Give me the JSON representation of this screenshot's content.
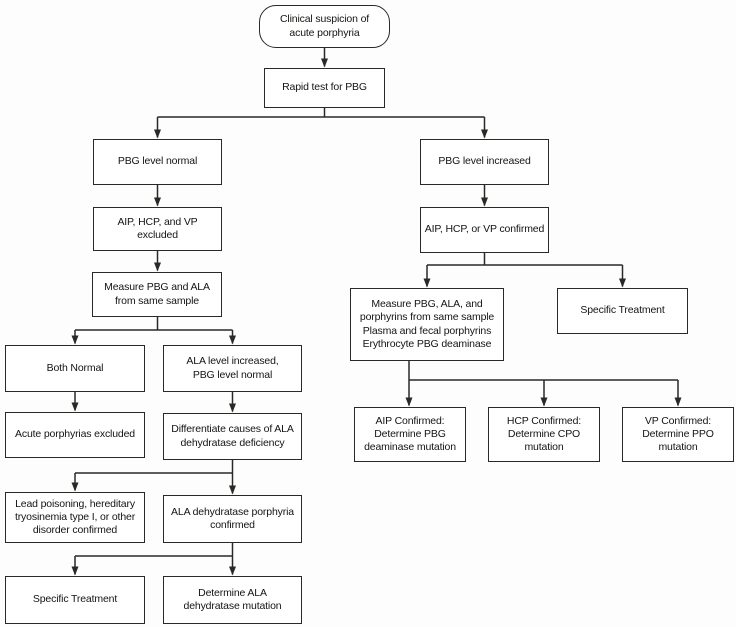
{
  "diagram": {
    "type": "flowchart",
    "colors": {
      "background": "#fdfdfd",
      "box_fill": "#ffffff",
      "line": "#2b2926",
      "text": "#161412"
    },
    "nodes": {
      "clinical_suspicion": {
        "label": "Clinical suspicion of\nacute porphyria",
        "shape": "rounded"
      },
      "rapid_test": {
        "label": "Rapid test for PBG",
        "shape": "rect"
      },
      "pbg_normal": {
        "label": "PBG level normal",
        "shape": "rect"
      },
      "pbg_increased": {
        "label": "PBG level increased",
        "shape": "rect"
      },
      "aip_hcp_vp_excluded": {
        "label": "AIP, HCP, and VP excluded",
        "shape": "rect"
      },
      "aip_hcp_vp_confirmed": {
        "label": "AIP, HCP, or VP confirmed",
        "shape": "rect"
      },
      "measure_left": {
        "label": "Measure PBG and ALA\nfrom same sample",
        "shape": "rect"
      },
      "both_normal": {
        "label": "Both Normal",
        "shape": "rect"
      },
      "ala_increased": {
        "label": "ALA level increased,\nPBG level normal",
        "shape": "rect"
      },
      "acute_excluded": {
        "label": "Acute porphyrias excluded",
        "shape": "rect"
      },
      "differentiate": {
        "label": "Differentiate causes of ALA\ndehydratase deficiency",
        "shape": "rect"
      },
      "lead_poisoning": {
        "label": "Lead poisoning, hereditary\ntryosinemia type I, or other\ndisorder confirmed",
        "shape": "rect"
      },
      "ala_porphyria_confirmed": {
        "label": "ALA dehydratase porphyria\nconfirmed",
        "shape": "rect"
      },
      "specific_treatment_left": {
        "label": "Specific Treatment",
        "shape": "rect"
      },
      "determine_ala": {
        "label": "Determine ALA\ndehydratase mutation",
        "shape": "rect"
      },
      "measure_right": {
        "label": "Measure PBG, ALA, and\nporphyrins from same sample\nPlasma and fecal porphyrins\nErythrocyte PBG deaminase",
        "shape": "rect"
      },
      "specific_treatment_right": {
        "label": "Specific Treatment",
        "shape": "rect"
      },
      "aip_confirmed": {
        "label": "AIP Confirmed:\nDetermine PBG\ndeaminase mutation",
        "shape": "rect"
      },
      "hcp_confirmed": {
        "label": "HCP Confirmed:\nDetermine CPO\nmutation",
        "shape": "rect"
      },
      "vp_confirmed": {
        "label": "VP Confirmed:\nDetermine PPO\nmutation",
        "shape": "rect"
      }
    },
    "edges": [
      {
        "from": "clinical_suspicion",
        "to": "rapid_test"
      },
      {
        "from": "rapid_test",
        "to": "pbg_normal"
      },
      {
        "from": "rapid_test",
        "to": "pbg_increased"
      },
      {
        "from": "pbg_normal",
        "to": "aip_hcp_vp_excluded"
      },
      {
        "from": "aip_hcp_vp_excluded",
        "to": "measure_left"
      },
      {
        "from": "measure_left",
        "to": "both_normal"
      },
      {
        "from": "measure_left",
        "to": "ala_increased"
      },
      {
        "from": "both_normal",
        "to": "acute_excluded"
      },
      {
        "from": "ala_increased",
        "to": "differentiate"
      },
      {
        "from": "differentiate",
        "to": "lead_poisoning"
      },
      {
        "from": "differentiate",
        "to": "ala_porphyria_confirmed"
      },
      {
        "from": "ala_porphyria_confirmed",
        "to": "specific_treatment_left"
      },
      {
        "from": "ala_porphyria_confirmed",
        "to": "determine_ala"
      },
      {
        "from": "pbg_increased",
        "to": "aip_hcp_vp_confirmed"
      },
      {
        "from": "aip_hcp_vp_confirmed",
        "to": "measure_right"
      },
      {
        "from": "aip_hcp_vp_confirmed",
        "to": "specific_treatment_right"
      },
      {
        "from": "measure_right",
        "to": "aip_confirmed"
      },
      {
        "from": "measure_right",
        "to": "hcp_confirmed"
      },
      {
        "from": "measure_right",
        "to": "vp_confirmed"
      }
    ]
  }
}
